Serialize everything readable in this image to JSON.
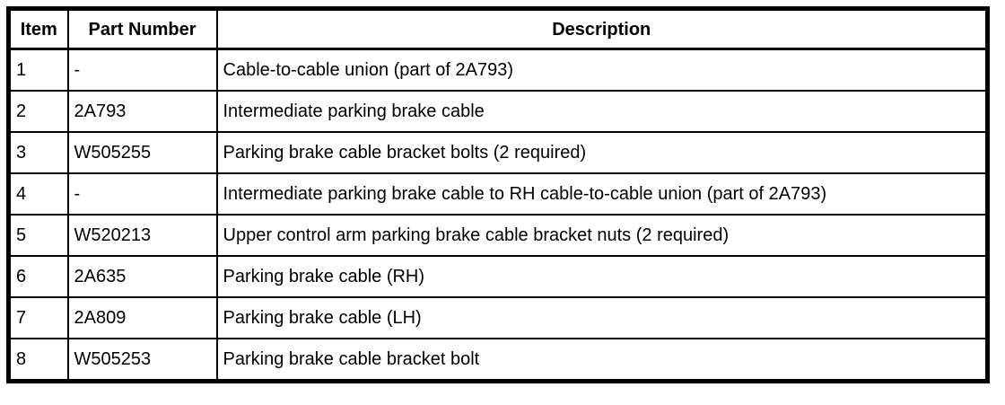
{
  "table": {
    "columns": {
      "item": "Item",
      "part_number": "Part Number",
      "description": "Description"
    },
    "rows": [
      {
        "item": "1",
        "part_number": "-",
        "description": "Cable-to-cable union (part of 2A793)"
      },
      {
        "item": "2",
        "part_number": "2A793",
        "description": "Intermediate parking brake cable"
      },
      {
        "item": "3",
        "part_number": "W505255",
        "description": "Parking brake cable bracket bolts (2 required)"
      },
      {
        "item": "4",
        "part_number": "-",
        "description": "Intermediate parking brake cable to RH cable-to-cable union (part of 2A793)"
      },
      {
        "item": "5",
        "part_number": "W520213",
        "description": "Upper control arm parking brake cable bracket nuts (2 required)"
      },
      {
        "item": "6",
        "part_number": "2A635",
        "description": "Parking brake cable (RH)"
      },
      {
        "item": "7",
        "part_number": "2A809",
        "description": "Parking brake cable (LH)"
      },
      {
        "item": "8",
        "part_number": "W505253",
        "description": "Parking brake cable bracket bolt"
      }
    ],
    "colors": {
      "border": "#000000",
      "background": "#ffffff",
      "text": "#000000"
    }
  }
}
